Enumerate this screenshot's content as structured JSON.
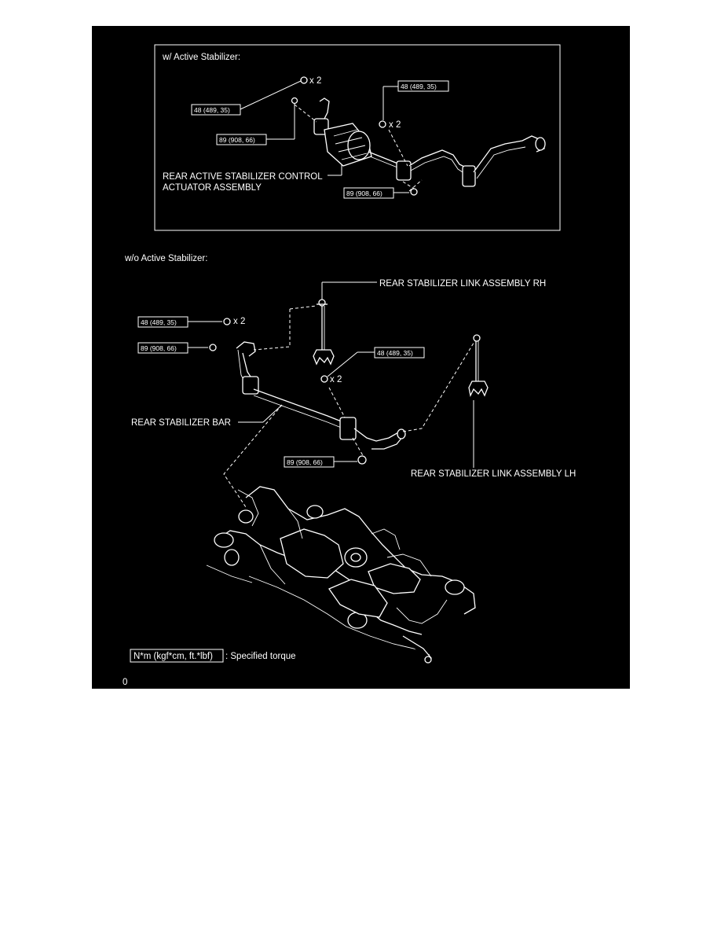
{
  "section_active": {
    "title": "w/ Active Stabilizer:",
    "torque_top_left": "48 (489, 35)",
    "torque_top_left_qty": "x 2",
    "torque_mid_left": "89 (908, 66)",
    "torque_top_right": "48 (489, 35)",
    "torque_top_right_qty": "x 2",
    "torque_bottom": "89 (908, 66)",
    "actuator_label_line1": "REAR ACTIVE STABILIZER CONTROL",
    "actuator_label_line2": "ACTUATOR ASSEMBLY"
  },
  "section_passive": {
    "title": "w/o Active Stabilizer:",
    "link_rh_label": "REAR STABILIZER LINK ASSEMBLY RH",
    "torque_upper_left": "48 (489, 35)",
    "torque_upper_left_qty": "x 2",
    "torque_lower_left": "89 (908, 66)",
    "torque_center": "48 (489, 35)",
    "torque_center_qty": "x 2",
    "bar_label": "REAR STABILIZER BAR",
    "torque_bottom": "89 (908, 66)",
    "link_lh_label": "REAR STABILIZER LINK ASSEMBLY LH"
  },
  "legend": {
    "unit_box": "N*m (kgf*cm, ft.*lbf)",
    "description": ": Specified torque"
  },
  "page_number": "0"
}
